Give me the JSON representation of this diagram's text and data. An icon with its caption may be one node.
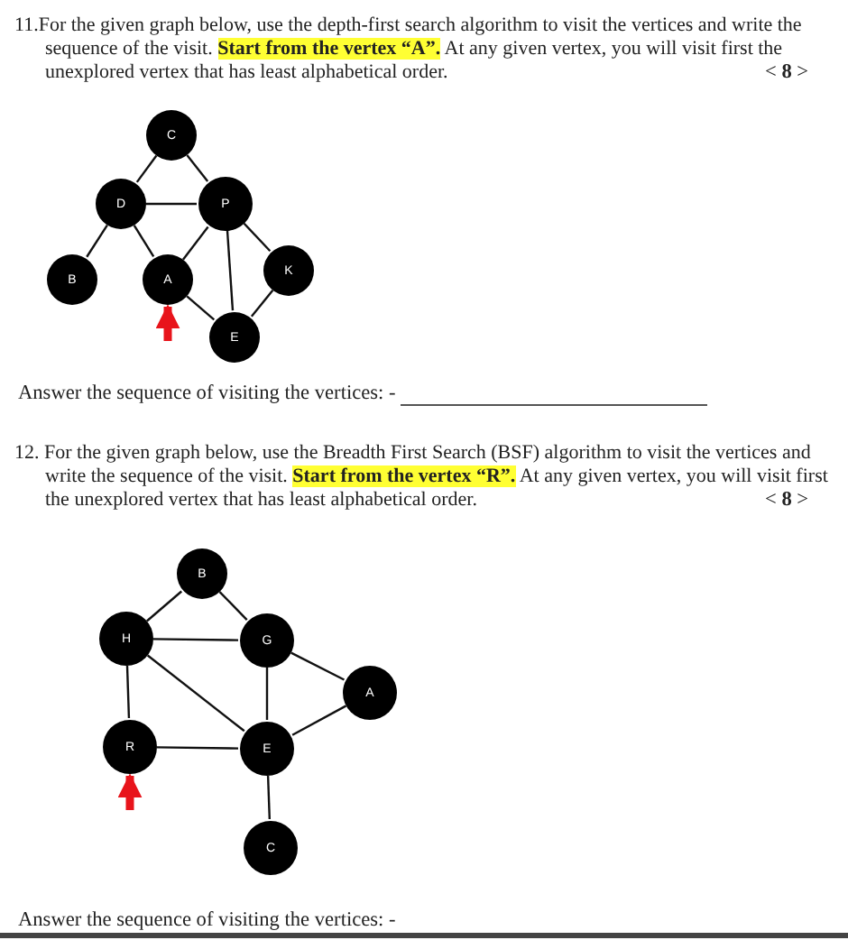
{
  "diagram": {
    "nodes": [
      {
        "text": [
          "C"
        ]
      },
      {
        "text": [
          "D"
        ]
      },
      {
        "text": [
          "P"
        ]
      },
      {
        "text": [
          "B"
        ]
      },
      {
        "text": [
          "A"
        ]
      },
      {
        "text": [
          "K"
        ]
      },
      {
        "text": [
          "E"
        ]
      },
      {
        "text": [
          "B"
        ]
      },
      {
        "text": [
          "H"
        ]
      },
      {
        "text": [
          "G"
        ]
      },
      {
        "text": [
          "A"
        ]
      },
      {
        "text": [
          "R"
        ]
      },
      {
        "text": [
          "E"
        ]
      },
      {
        "text": [
          "C"
        ]
      }
    ],
    "edges": [
      {
        "from": 0,
        "to": 1,
        "arrow": "none"
      },
      {
        "from": 0,
        "to": 2,
        "arrow": "none"
      },
      {
        "from": 1,
        "to": 2,
        "arrow": "none"
      },
      {
        "from": 1,
        "to": 3,
        "arrow": "none"
      },
      {
        "from": 1,
        "to": 4,
        "arrow": "none"
      },
      {
        "from": 4,
        "to": 2,
        "arrow": "none"
      },
      {
        "from": 4,
        "to": 6,
        "arrow": "none"
      },
      {
        "from": 2,
        "to": 6,
        "arrow": "none"
      },
      {
        "from": 2,
        "to": 5,
        "arrow": "none"
      },
      {
        "from": 5,
        "to": 6,
        "arrow": "none"
      },
      {
        "from": null,
        "to": 4,
        "arrow": "to",
        "style": "thick",
        "color": "#e8141b"
      },
      {
        "from": 8,
        "to": 7,
        "arrow": "none"
      },
      {
        "from": 7,
        "to": 9,
        "arrow": "none"
      },
      {
        "from": 8,
        "to": 9,
        "arrow": "none"
      },
      {
        "from": 9,
        "to": 10,
        "arrow": "none"
      },
      {
        "from": 8,
        "to": 11,
        "arrow": "none"
      },
      {
        "from": 8,
        "to": 12,
        "arrow": "none"
      },
      {
        "from": 9,
        "to": 12,
        "arrow": "none"
      },
      {
        "from": 11,
        "to": 12,
        "arrow": "none"
      },
      {
        "from": 10,
        "to": 12,
        "arrow": "none"
      },
      {
        "from": 12,
        "to": 13,
        "arrow": "none"
      },
      {
        "from": null,
        "to": 11,
        "arrow": "to",
        "style": "thick",
        "color": "#e8141b"
      }
    ],
    "labels": [
      "11.For the given graph below, use the depth-first search algorithm to visit the vertices and write the sequence of the visit. **Start from the vertex “A”.** At any given vertex, you will visit first the unexplored vertex that has least alphabetical order.",
      "< **8** >",
      "Answer the sequence of visiting the vertices: -",
      "12. For the given graph below, use the Breadth First Search (BSF) algorithm to visit the vertices and write the sequence of the visit. **Start from the vertex “R”.** At any given vertex, you will visit first the unexplored vertex that has least alphabetical order.",
      "< **8** >",
      "Answer the sequence of visiting the vertices: -"
    ]
  }
}
